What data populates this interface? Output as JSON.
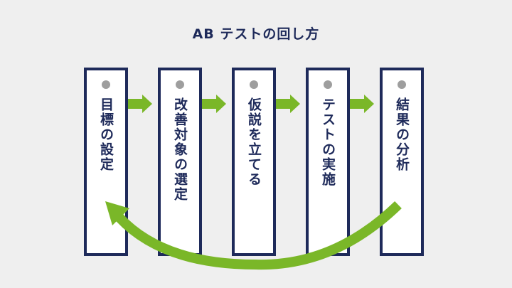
{
  "title": "AB テストの回し方",
  "steps": [
    {
      "label": "目標の設定"
    },
    {
      "label": "改善対象の選定"
    },
    {
      "label": "仮説を立てる"
    },
    {
      "label": "テストの実施"
    },
    {
      "label": "結果の分析"
    }
  ],
  "colors": {
    "navy": "#1e2a5a",
    "arrow_green": "#7ab728",
    "dot_gray": "#9e9e9e",
    "background": "#efefef"
  }
}
